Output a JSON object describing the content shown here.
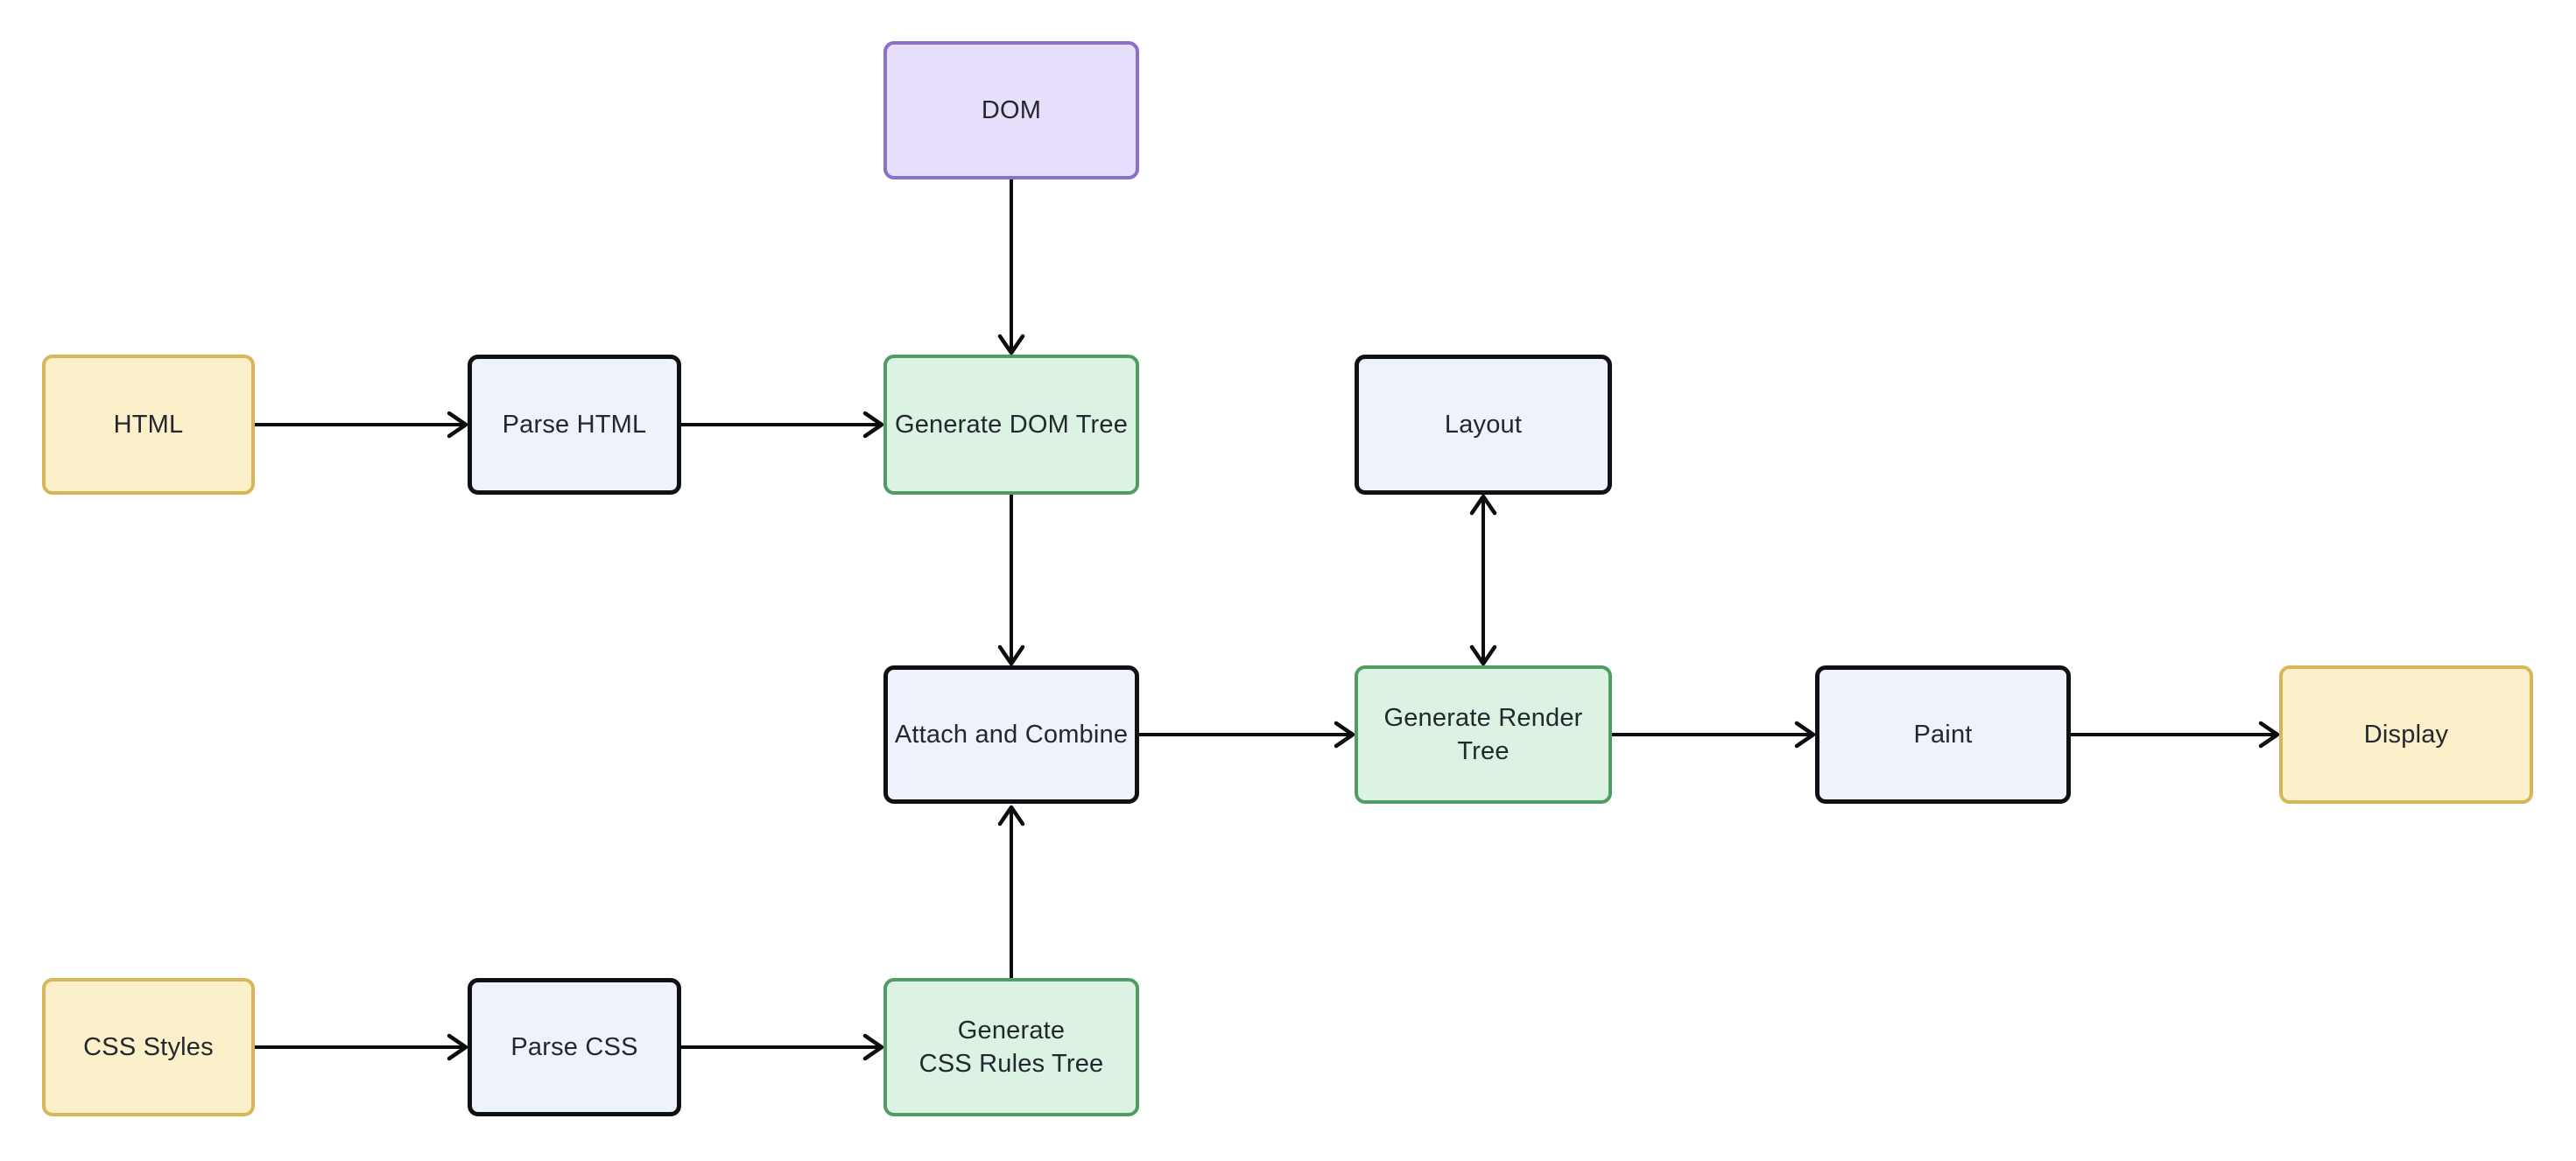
{
  "palette": {
    "background": "#ffffff",
    "arrow": "#0d0d0f",
    "text": "#23272e",
    "node_colors": {
      "yellow": {
        "fill": "#fbf0ca",
        "stroke": "#d6b656"
      },
      "purple": {
        "fill": "#e6defa",
        "stroke": "#8b6fc9"
      },
      "green": {
        "fill": "#dcf2e2",
        "stroke": "#4f9d63"
      },
      "blue": {
        "fill": "#edf2fb",
        "stroke": "#101114"
      }
    }
  },
  "nodes": {
    "dom": {
      "label": "DOM",
      "color": "purple"
    },
    "html": {
      "label": "HTML",
      "color": "yellow"
    },
    "parse_html": {
      "label": "Parse HTML",
      "color": "blue"
    },
    "generate_dom_tree": {
      "label": "Generate DOM Tree",
      "color": "green"
    },
    "layout": {
      "label": "Layout",
      "color": "blue"
    },
    "attach_and_combine": {
      "label": "Attach and Combine",
      "color": "blue"
    },
    "generate_render_tree": {
      "label": "Generate Render\nTree",
      "color": "green"
    },
    "paint": {
      "label": "Paint",
      "color": "blue"
    },
    "display": {
      "label": "Display",
      "color": "yellow"
    },
    "css_styles": {
      "label": "CSS Styles",
      "color": "yellow"
    },
    "parse_css": {
      "label": "Parse CSS",
      "color": "blue"
    },
    "generate_css_rules_tree": {
      "label": "Generate\nCSS Rules Tree",
      "color": "green"
    }
  },
  "edges": [
    {
      "from": "dom",
      "to": "generate_dom_tree",
      "direction": "down"
    },
    {
      "from": "html",
      "to": "parse_html",
      "direction": "right"
    },
    {
      "from": "parse_html",
      "to": "generate_dom_tree",
      "direction": "right"
    },
    {
      "from": "generate_dom_tree",
      "to": "attach_and_combine",
      "direction": "down"
    },
    {
      "from": "attach_and_combine",
      "to": "generate_render_tree",
      "direction": "right"
    },
    {
      "from": "layout",
      "to": "generate_render_tree",
      "direction": "bidirectional"
    },
    {
      "from": "generate_render_tree",
      "to": "paint",
      "direction": "right"
    },
    {
      "from": "paint",
      "to": "display",
      "direction": "right"
    },
    {
      "from": "css_styles",
      "to": "parse_css",
      "direction": "right"
    },
    {
      "from": "parse_css",
      "to": "generate_css_rules_tree",
      "direction": "right"
    },
    {
      "from": "generate_css_rules_tree",
      "to": "attach_and_combine",
      "direction": "up"
    }
  ]
}
